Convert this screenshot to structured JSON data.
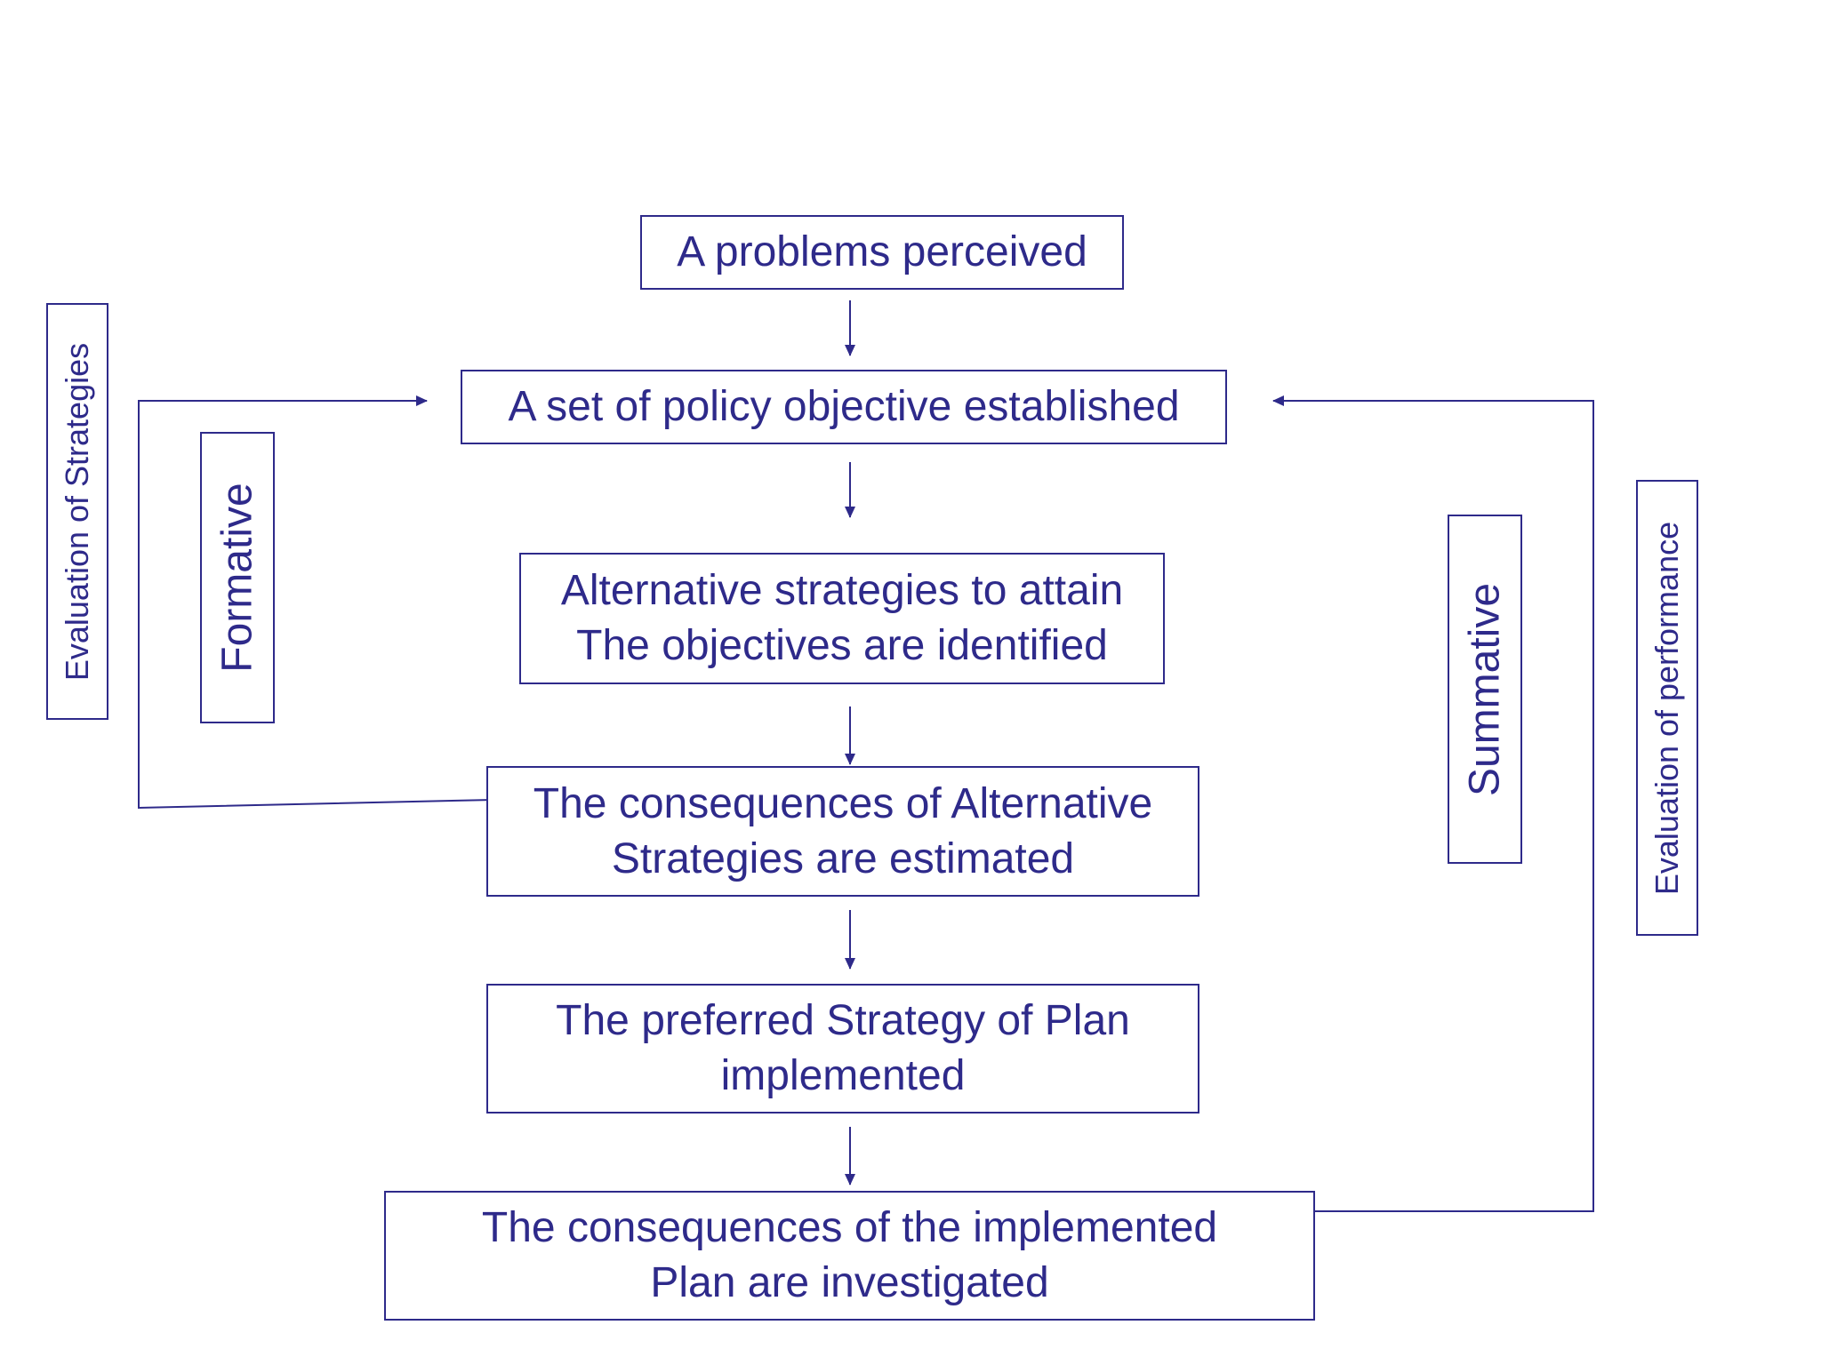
{
  "colors": {
    "stroke": "#2e2a8a",
    "text": "#2e2a8a",
    "background": "#ffffff"
  },
  "steps": [
    {
      "lines": [
        "A problems perceived"
      ]
    },
    {
      "lines": [
        "A set of policy objective established"
      ]
    },
    {
      "lines": [
        "Alternative strategies to attain",
        "The objectives are identified"
      ]
    },
    {
      "lines": [
        "The consequences of Alternative",
        "Strategies are estimated"
      ]
    },
    {
      "lines": [
        "The preferred Strategy of Plan",
        "implemented"
      ]
    },
    {
      "lines": [
        "The consequences of the implemented",
        "Plan are investigated"
      ]
    }
  ],
  "side_labels": {
    "evaluation_strategies": "Evaluation of Strategies",
    "formative": "Formative",
    "summative": "Summative",
    "evaluation_performance": "Evaluation of performance"
  }
}
